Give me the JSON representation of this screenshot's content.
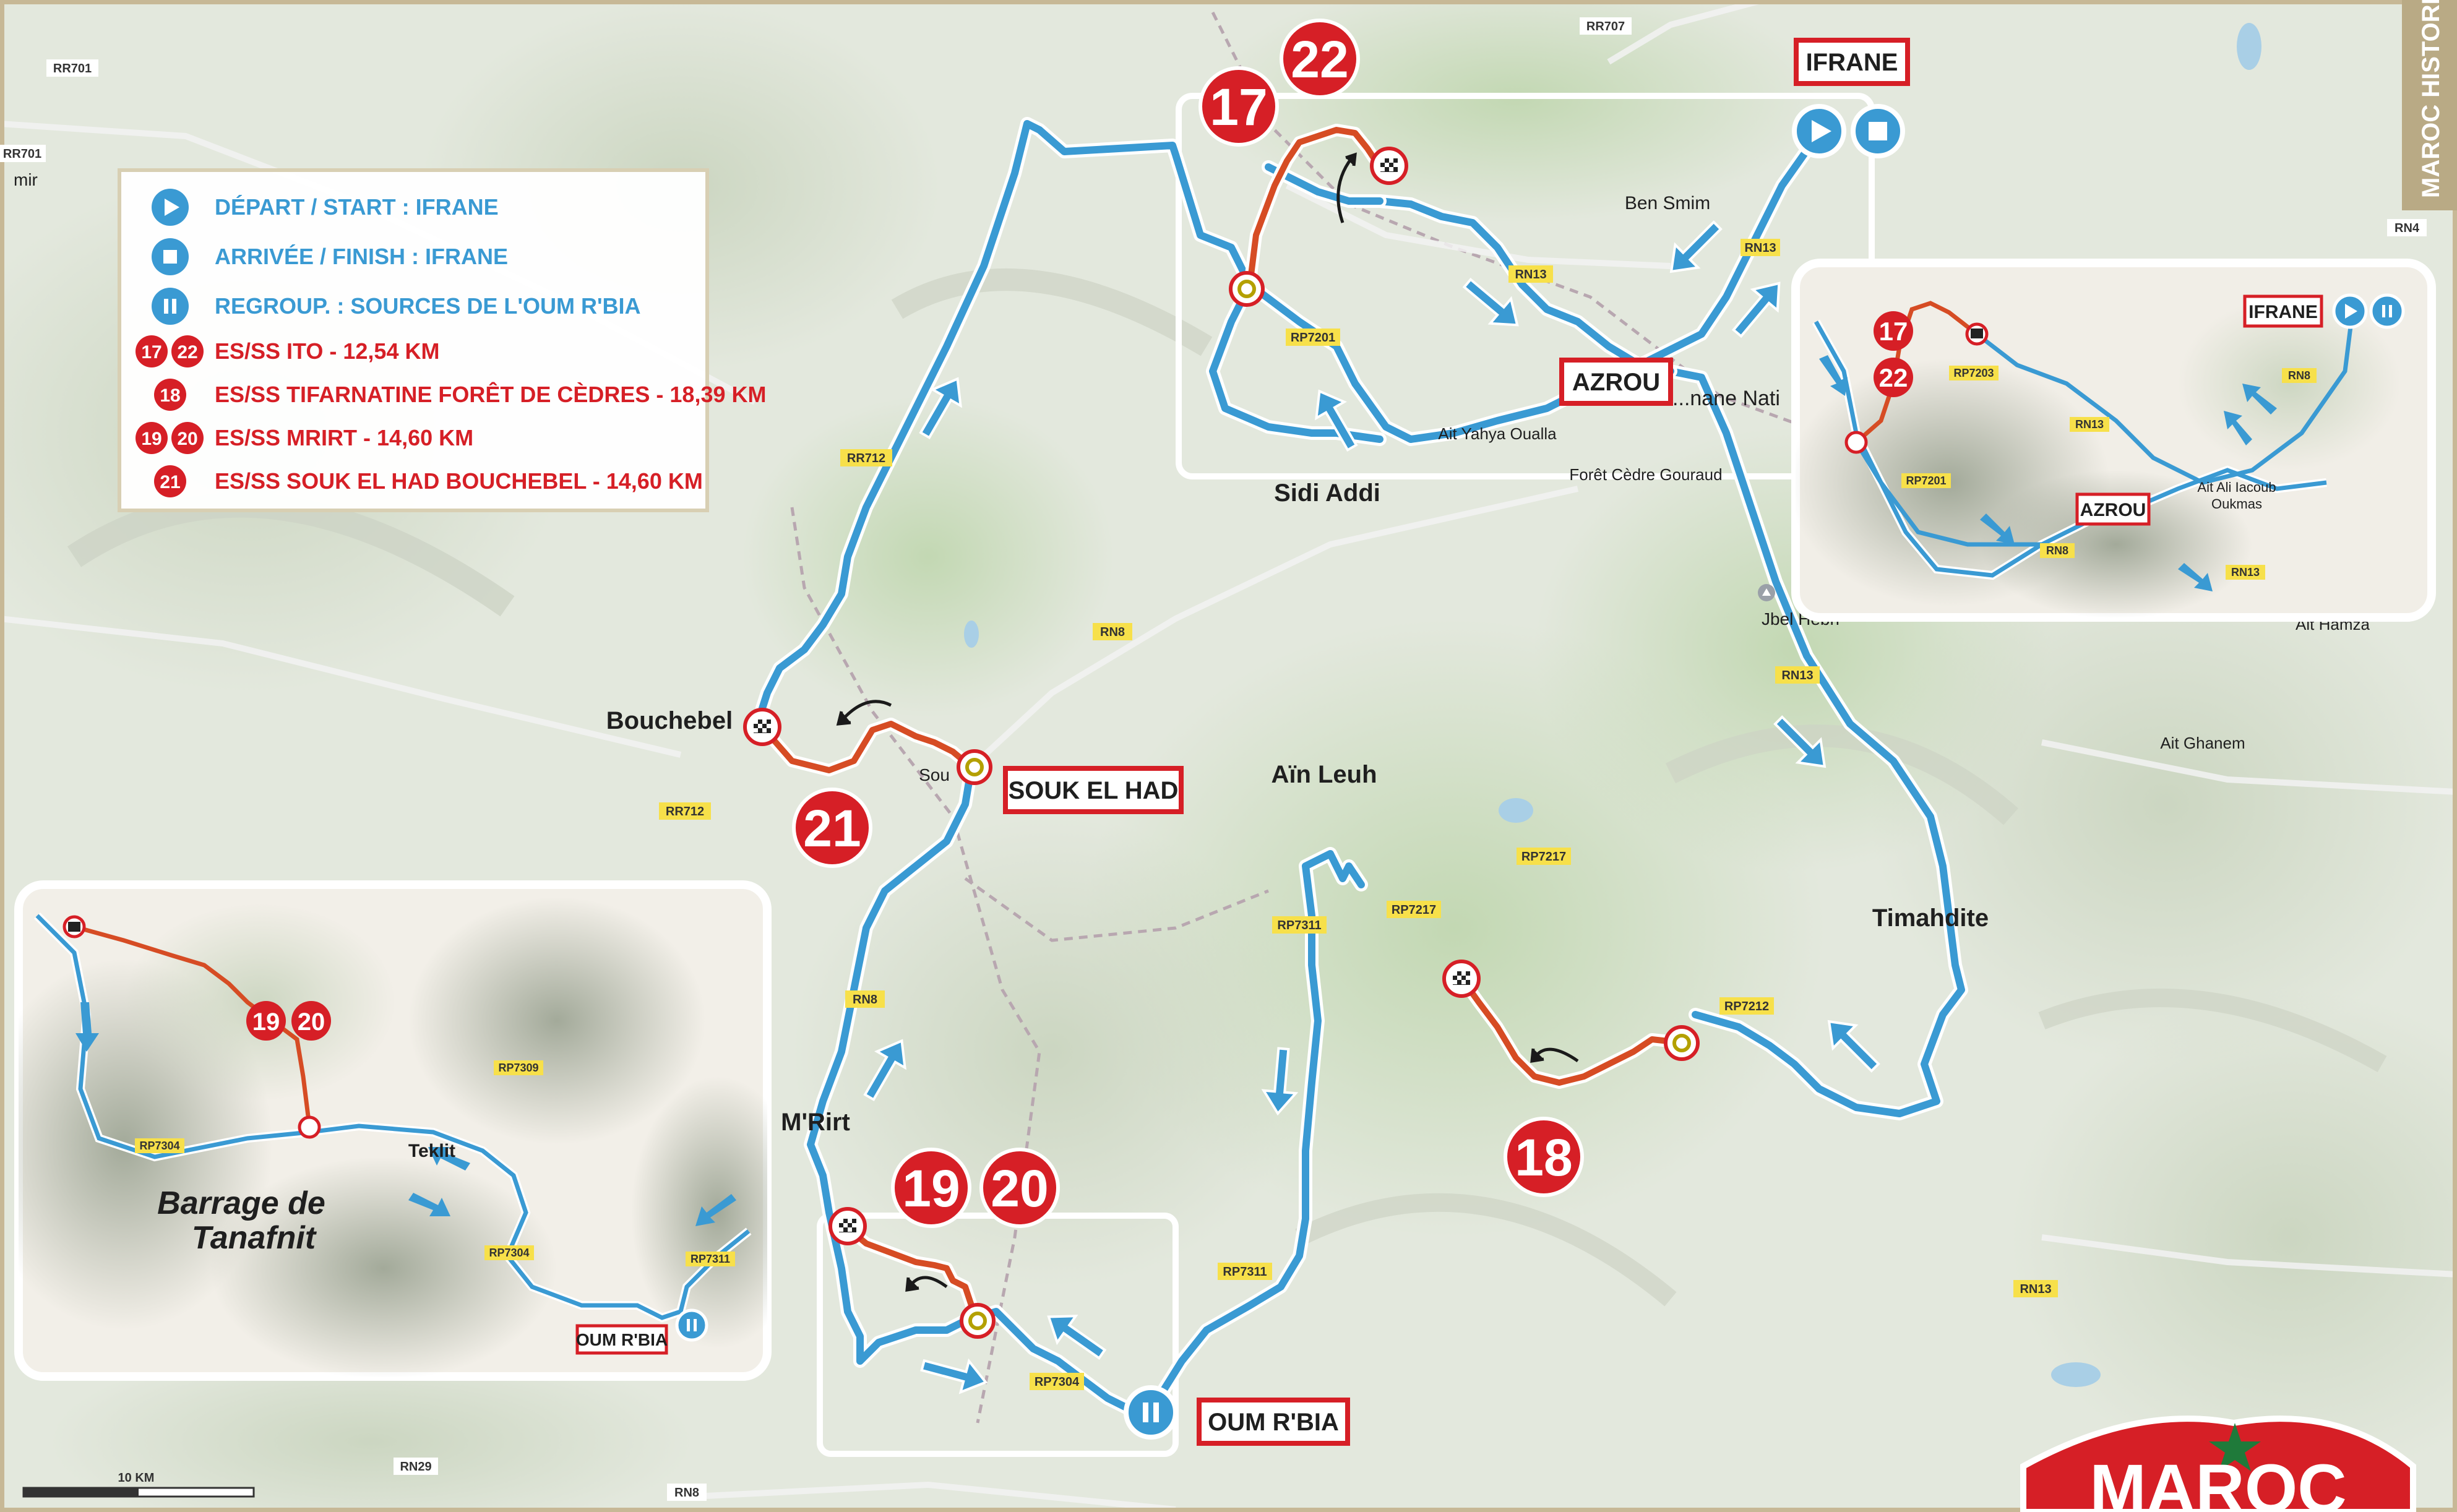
{
  "legend": {
    "start": "DÉPART / START : IFRANE",
    "finish": "ARRIVÉE / FINISH : IFRANE",
    "regroup": "REGROUP. : SOURCES DE L'OUM R'BIA",
    "ss1": "ES/SS ITO - 12,54 KM",
    "ss2": "ES/SS TIFARNATINE FORÊT DE CÈDRES - 18,39 KM",
    "ss3": "ES/SS MRIRT - 14,60 KM",
    "ss4": "ES/SS SOUK EL HAD BOUCHEBEL - 14,60 KM"
  },
  "stage_numbers": {
    "s17": "17",
    "s22": "22",
    "s18": "18",
    "s19": "19",
    "s20": "20",
    "s21": "21"
  },
  "town_boxes": {
    "ifrane": "IFRANE",
    "azrou": "AZROU",
    "souk_el_had": "SOUK EL HAD",
    "oum_rbia": "OUM R'BIA"
  },
  "places": {
    "sidi_addi": "Sidi Addi",
    "bouchebel": "Bouchebel",
    "ain_leuh": "Aïn Leuh",
    "timahdite": "Timahdite",
    "mrirt": "M'Rirt",
    "ben_smim": "Ben Smim",
    "jbel_hebri": "Jbel Hebri",
    "ait_hamza": "Ait Hamza",
    "ait_ghanem": "Ait Ghanem",
    "ait_yahya": "Ait Yahya Oualla",
    "foret": "Forêt Cèdre Gouraud",
    "nati": "...nane Nati",
    "barrage": "Barrage de",
    "tanafnit": "Tanafnit",
    "teklit": "Teklit",
    "mir": "mir",
    "sou": "Sou",
    "ait_ali": "Ait Ali Iacoub",
    "oukmas": "Oukmas"
  },
  "roads": {
    "rr701a": "RR701",
    "rr701b": "RR701",
    "rr707": "RR707",
    "rn4": "RN4",
    "rr712a": "RR712",
    "rr712b": "RR712",
    "rn8a": "RN8",
    "rn8b": "RN8",
    "rn8c": "RN8",
    "rn13a": "RN13",
    "rn13b": "RN13",
    "rn13c": "RN13",
    "rn13d": "RN13",
    "rp7201": "RP7201",
    "rp7217a": "RP7217",
    "rp7217b": "RP7217",
    "rp7311a": "RP7311",
    "rp7311b": "RP7311",
    "rp7212": "RP7212",
    "rp7304": "RP7304",
    "rn29": "RN29",
    "ins_rp7203": "RP7203",
    "ins_rn8a": "RN8",
    "ins_rn13a": "RN13",
    "ins_rp7201": "RP7201",
    "ins_rn8b": "RN8",
    "ins_rn13b": "RN13",
    "ins2_rp7309": "RP7309",
    "ins2_rp7304a": "RP7304",
    "ins2_rp7304b": "RP7304",
    "ins2_rp7311": "RP7311"
  },
  "inset_ne": {
    "ifrane": "IFRANE",
    "azrou": "AZROU",
    "s17": "17",
    "s22": "22"
  },
  "inset_sw": {
    "oum_rbia": "OUM R'BIA",
    "s19": "19",
    "s20": "20"
  },
  "scale_label": "10 KM",
  "side_title": "MAROC HISTORIC",
  "logo_text": "MAROC",
  "colors": {
    "route": "#3a9ad3",
    "special_stage": "#d64c24",
    "badge": "#d61f26",
    "road_label": "#f7e04a"
  }
}
